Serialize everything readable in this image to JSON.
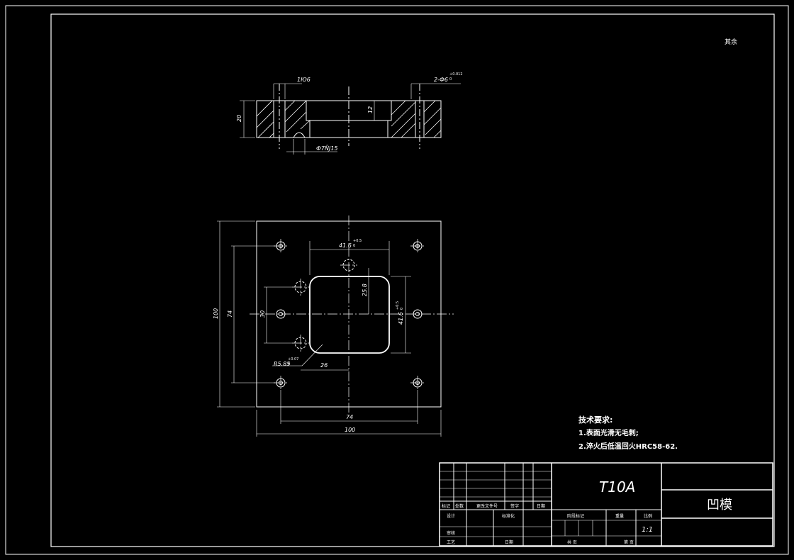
{
  "corner_note": "其余",
  "top_view": {
    "dim_width_left": "1Ю6",
    "dim_holes": "2-Ф6",
    "dim_holes_tol": "+0.012",
    "dim_holes_tol2": "0",
    "dim_height": "20",
    "dim_depth": "12",
    "dim_cbore": "Ф7ÑЈ15"
  },
  "plan_view": {
    "dim_opening_w": "41.6",
    "dim_opening_w_tol": "+0.5",
    "dim_opening_w_tol2": "0",
    "dim_opening_h": "41.6",
    "dim_opening_h_tol": "+0.5",
    "dim_opening_h_tol2": "0",
    "dim_inner": "25.8",
    "dim_radius": "R5.85",
    "dim_radius_tol": "+0.07",
    "dim_radius_tol2": "0",
    "dim_offset": "26",
    "dim_left_30": "30",
    "dim_left_74": "74",
    "dim_left_100": "100",
    "dim_bottom_74": "74",
    "dim_bottom_100": "100"
  },
  "tech_requirements": {
    "heading": "技术要求:",
    "line1": "1.表面光滑无毛刺;",
    "line2": "2.淬火后低温回火HRC58-62."
  },
  "title_block": {
    "material": "T10A",
    "part_name": "凹模",
    "scale": "1:1",
    "lbl_mark": "标记",
    "lbl_count": "处数",
    "lbl_file": "更改文件号",
    "lbl_sign": "签字",
    "lbl_date": "日期",
    "lbl_design": "设计",
    "lbl_std": "标准化",
    "lbl_stage": "阶段标记",
    "lbl_weight": "重量",
    "lbl_ratio": "比例",
    "lbl_review": "审核",
    "lbl_process": "工艺",
    "lbl_approve": "日期",
    "lbl_total": "共    页",
    "lbl_page": "第    页"
  }
}
